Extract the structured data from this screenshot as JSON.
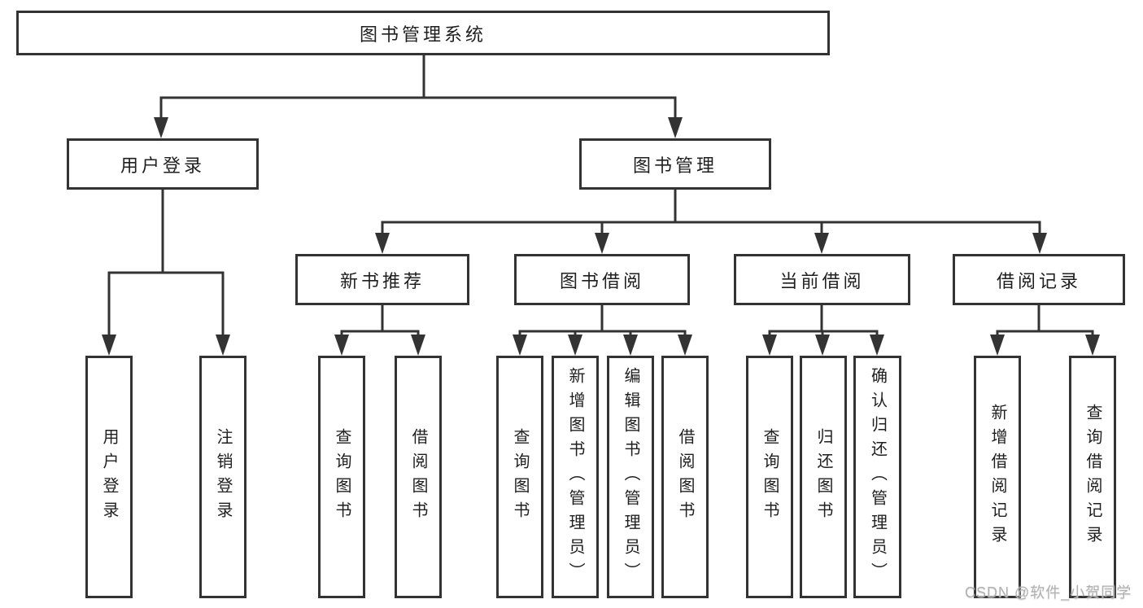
{
  "tree": {
    "label": "图书管理系统",
    "children": [
      {
        "label": "用户登录",
        "children": [
          {
            "label": "用户登录"
          },
          {
            "label": "注销登录"
          }
        ]
      },
      {
        "label": "图书管理",
        "children": [
          {
            "label": "新书推荐",
            "children": [
              {
                "label": "查询图书"
              },
              {
                "label": "借阅图书"
              }
            ]
          },
          {
            "label": "图书借阅",
            "children": [
              {
                "label": "查询图书"
              },
              {
                "label": "新增图书（管理员）"
              },
              {
                "label": "编辑图书（管理员）"
              },
              {
                "label": "借阅图书"
              }
            ]
          },
          {
            "label": "当前借阅",
            "children": [
              {
                "label": "查询图书"
              },
              {
                "label": "归还图书"
              },
              {
                "label": "确认归还（管理员）"
              }
            ]
          },
          {
            "label": "借阅记录",
            "children": [
              {
                "label": "新增借阅记录"
              },
              {
                "label": "查询借阅记录"
              }
            ]
          }
        ]
      }
    ]
  },
  "watermark": {
    "text": "CSDN @软件_小贺同学"
  },
  "colors": {
    "line": "#333333",
    "box_border": "#333333",
    "text": "#1f1f1f",
    "watermark": "#b0b0b0",
    "background": "#ffffff"
  }
}
